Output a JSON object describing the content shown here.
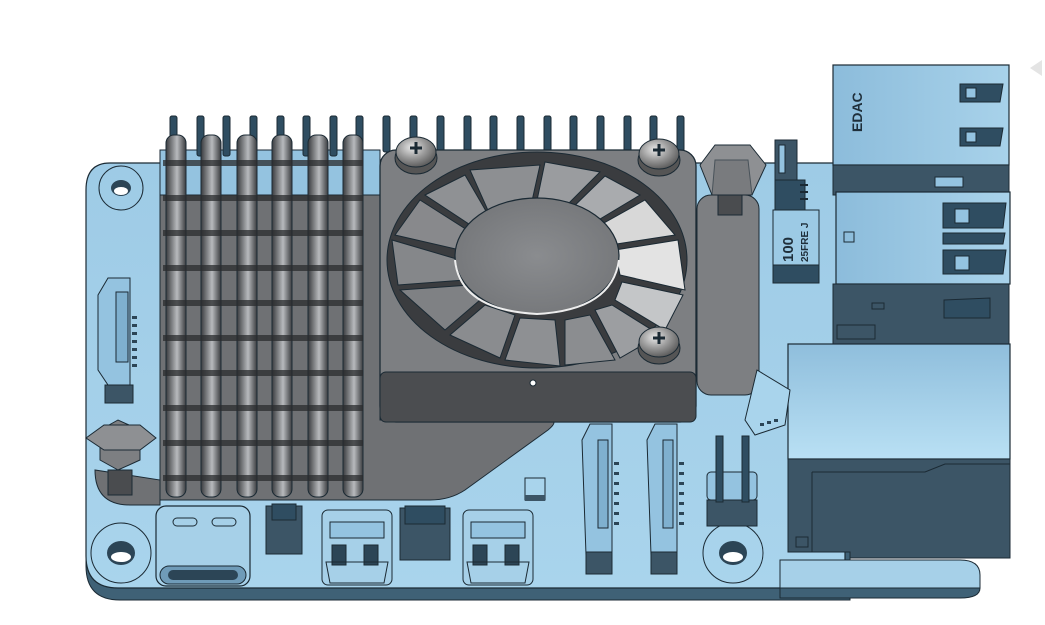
{
  "viewport": {
    "description": "3D CAD render of single-board computer with active cooler",
    "colors": {
      "board": "#94c3e0",
      "board_edge": "#3f6176",
      "heatsink": "#6f7174",
      "heatsink_dark": "#3b3d40",
      "fan": "#7d7f82",
      "connector_dark": "#3c5566",
      "background": "#ffffff",
      "outline": "#1b2a34"
    }
  },
  "labels": {
    "usb_housing_mark": "EDAC",
    "component_value": "100",
    "component_code": "25FRE J"
  },
  "components": {
    "usb_ports": 2,
    "ethernet_port": 1,
    "fan_screws": 3,
    "heatsink_fin_columns": 6,
    "mounting_holes": 4,
    "ribbon_connectors": 3,
    "micro_hdmi_ports": 2,
    "usb_c_port": 1
  },
  "nav": {
    "rotate_arrow": "view-arrow-left"
  }
}
